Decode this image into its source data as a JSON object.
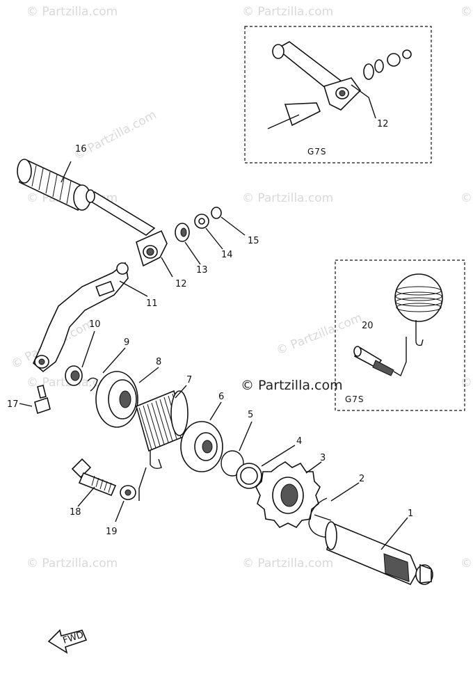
{
  "watermarks": {
    "corner_text": "© Partzilla.com",
    "center_text": "© Partzilla.com"
  },
  "insets": [
    {
      "label": "G7S",
      "part": "12"
    },
    {
      "label": "G7S",
      "part": "20"
    }
  ],
  "callouts": [
    "1",
    "2",
    "3",
    "4",
    "5",
    "6",
    "7",
    "8",
    "9",
    "10",
    "11",
    "12",
    "13",
    "14",
    "15",
    "16",
    "17",
    "18",
    "19",
    "20"
  ],
  "fwd_label": "FWD"
}
